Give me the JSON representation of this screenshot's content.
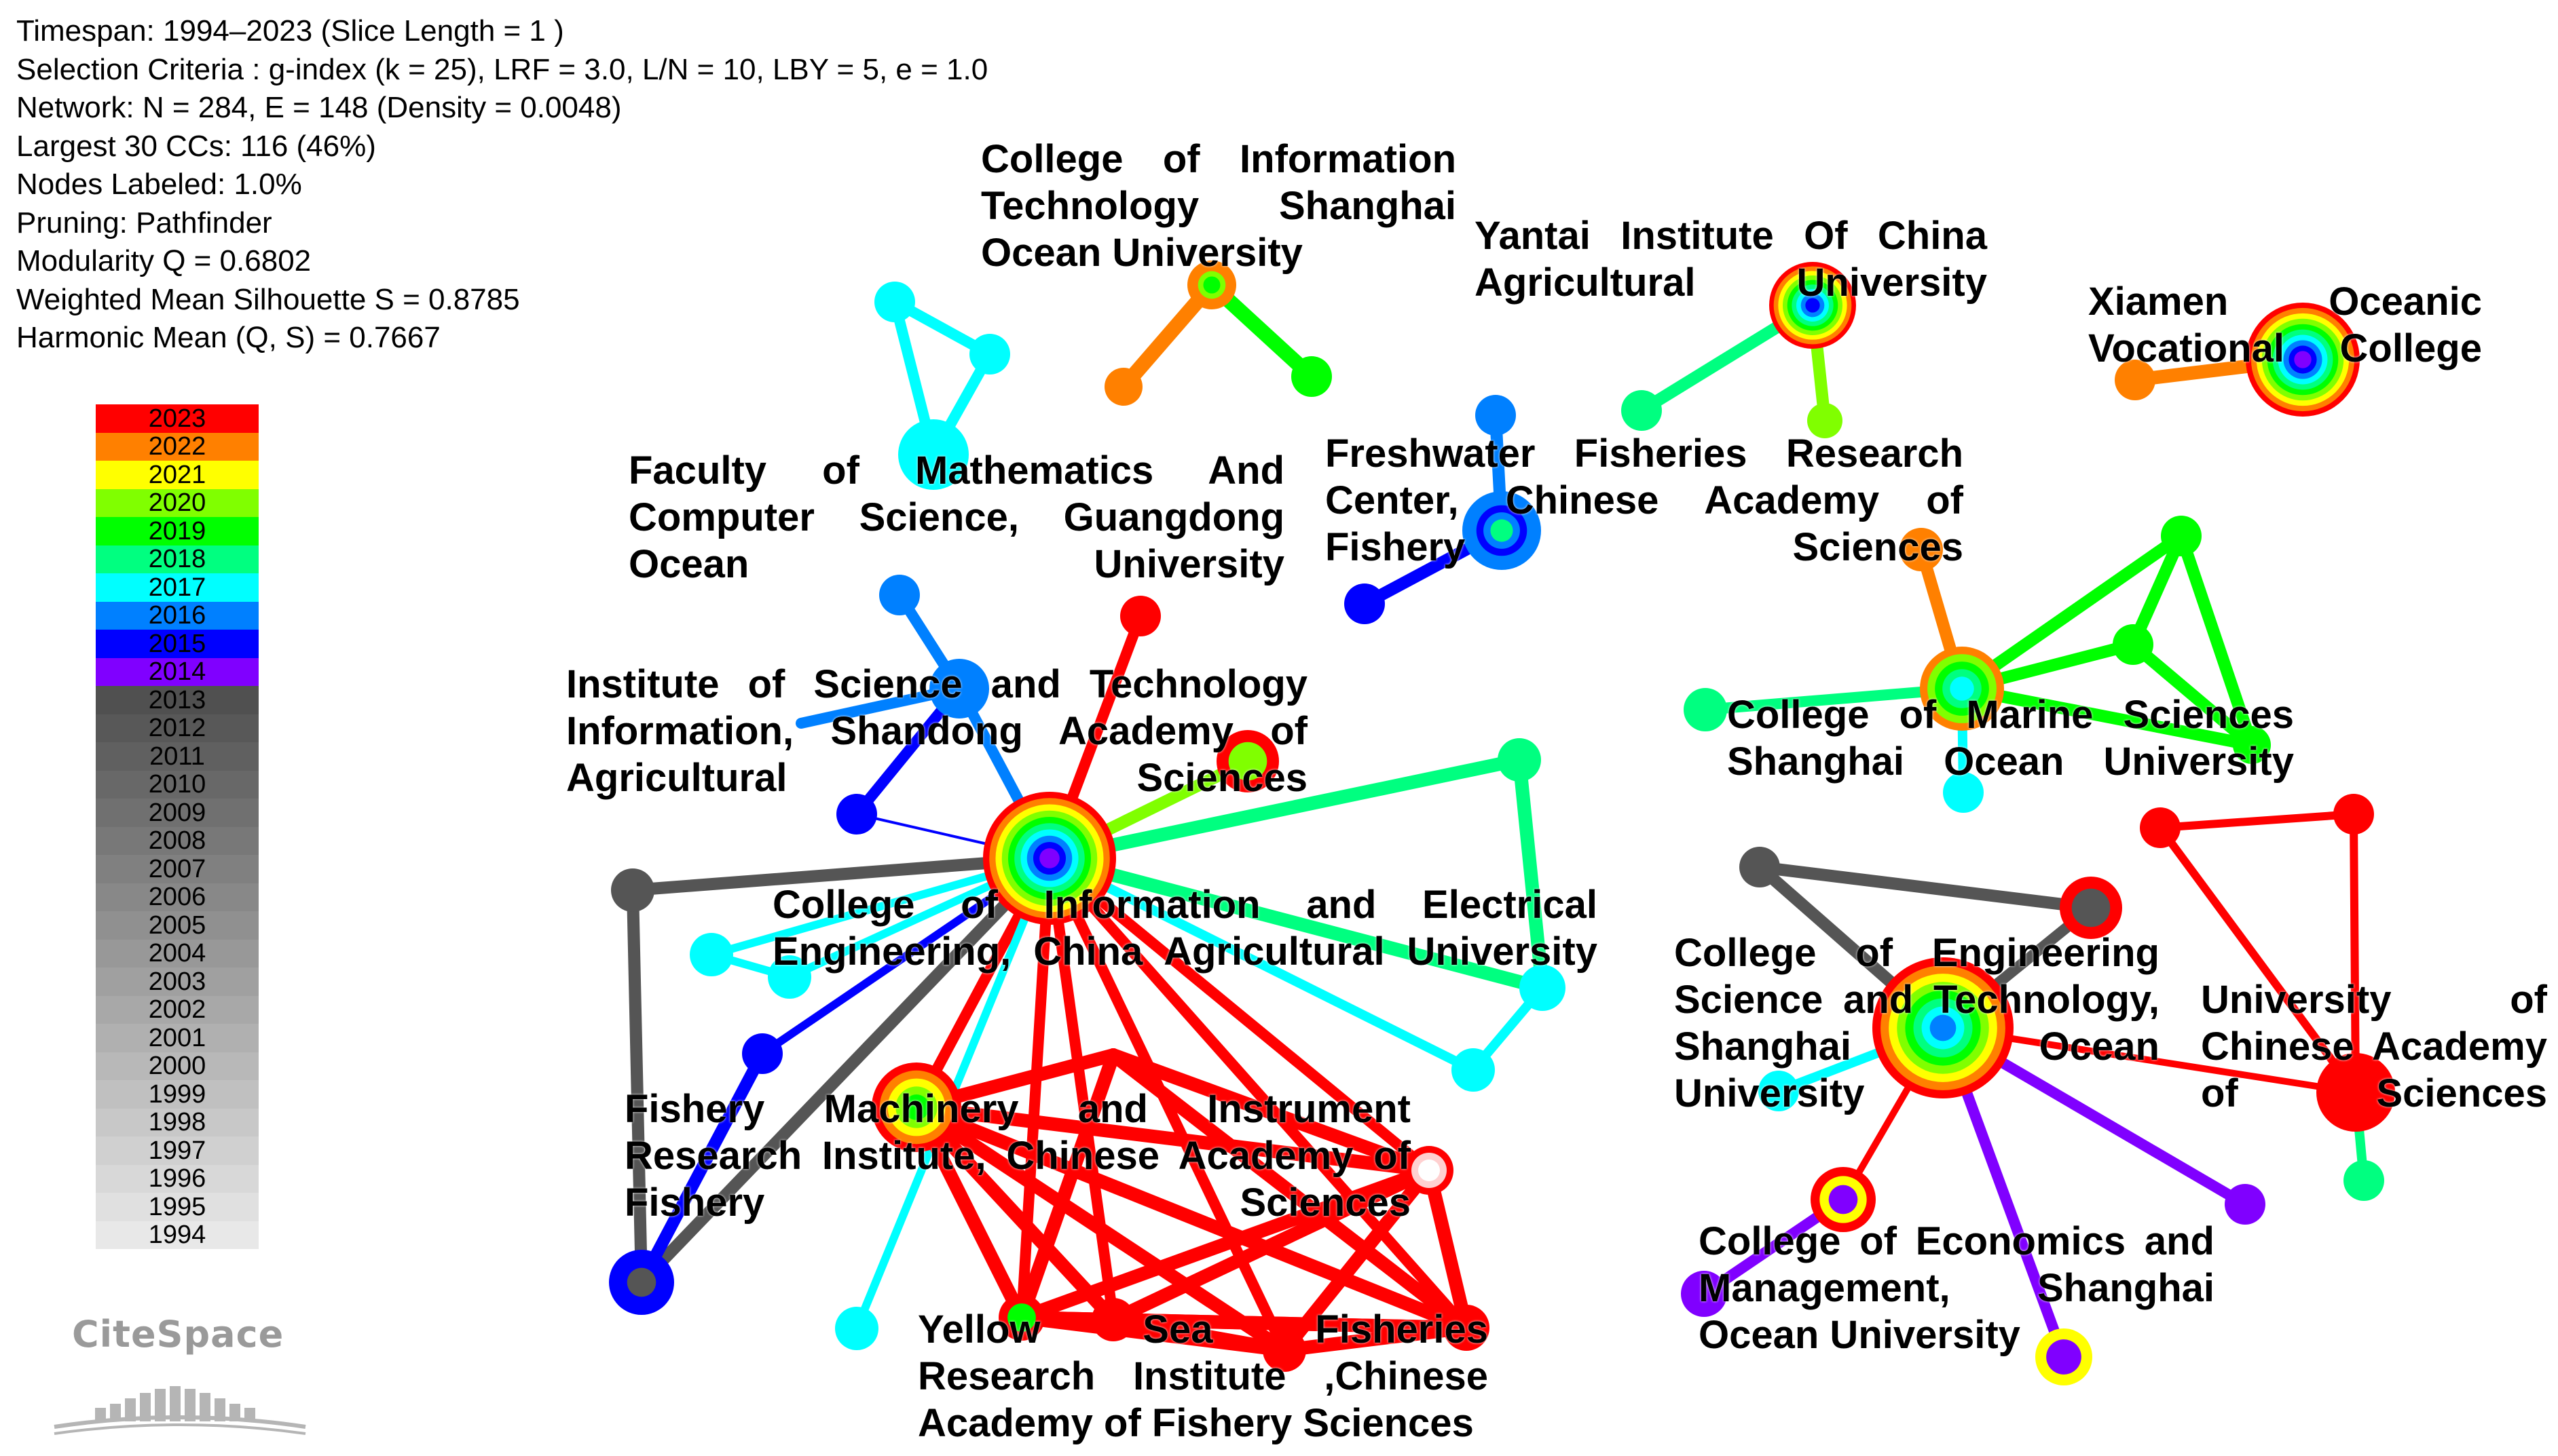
{
  "stats": [
    "Timespan: 1994–2023 (Slice Length = 1 )",
    "Selection Criteria : g-index (k = 25), LRF = 3.0, L/N = 10, LBY = 5, e = 1.0",
    "Network: N = 284, E = 148 (Density = 0.0048)",
    "Largest 30 CCs: 116 (46%)",
    "Nodes Labeled: 1.0%",
    "Pruning: Pathfinder",
    "Modularity Q = 0.6802",
    "Weighted Mean Silhouette S = 0.8785",
    "Harmonic Mean (Q, S) = 0.7667"
  ],
  "legend": [
    {
      "year": "2023",
      "color": "#ff0000"
    },
    {
      "year": "2022",
      "color": "#ff8000"
    },
    {
      "year": "2021",
      "color": "#ffff00"
    },
    {
      "year": "2020",
      "color": "#80ff00"
    },
    {
      "year": "2019",
      "color": "#00ff00"
    },
    {
      "year": "2018",
      "color": "#00ff80"
    },
    {
      "year": "2017",
      "color": "#00ffff"
    },
    {
      "year": "2016",
      "color": "#0080ff"
    },
    {
      "year": "2015",
      "color": "#0000ff"
    },
    {
      "year": "2014",
      "color": "#8000ff"
    },
    {
      "year": "2013",
      "color": "#505050"
    },
    {
      "year": "2012",
      "color": "#585858"
    },
    {
      "year": "2011",
      "color": "#606060"
    },
    {
      "year": "2010",
      "color": "#686868"
    },
    {
      "year": "2009",
      "color": "#707070"
    },
    {
      "year": "2008",
      "color": "#787878"
    },
    {
      "year": "2007",
      "color": "#808080"
    },
    {
      "year": "2006",
      "color": "#888888"
    },
    {
      "year": "2005",
      "color": "#909090"
    },
    {
      "year": "2004",
      "color": "#989898"
    },
    {
      "year": "2003",
      "color": "#a0a0a0"
    },
    {
      "year": "2002",
      "color": "#a8a8a8"
    },
    {
      "year": "2001",
      "color": "#b0b0b0"
    },
    {
      "year": "2000",
      "color": "#b8b8b8"
    },
    {
      "year": "1999",
      "color": "#c0c0c0"
    },
    {
      "year": "1998",
      "color": "#c8c8c8"
    },
    {
      "year": "1997",
      "color": "#d0d0d0"
    },
    {
      "year": "1996",
      "color": "#d8d8d8"
    },
    {
      "year": "1995",
      "color": "#e0e0e0"
    },
    {
      "year": "1994",
      "color": "#e8e8e8"
    }
  ],
  "labels": [
    "College of Information Technology Shanghai Ocean University",
    "Yantai Institute Of China Agricultural University",
    "Xiamen Oceanic Vocational College",
    "Faculty of Mathematics And Computer Science, Guangdong Ocean University",
    "Freshwater Fisheries Research Center, Chinese Academy of Fishery Sciences",
    "Institute of Science and Technology Information, Shandong Academy of Agricultural Sciences",
    "College of Marine Sciences Shanghai Ocean University",
    "College of Information and Electrical Engineering, China Agricultural University",
    "College of Engineering Science and Technology, Shanghai Ocean University",
    "University of Chinese Academy of Sciences",
    "Fishery Machinery and Instrument Research Institute, Chinese Academy of Fishery Sciences",
    "College of Economics and Management, Shanghai Ocean University",
    "Yellow Sea Fisheries Research Institute ,Chinese Academy of Fishery Sciences"
  ],
  "logo": "CiteSpace"
}
